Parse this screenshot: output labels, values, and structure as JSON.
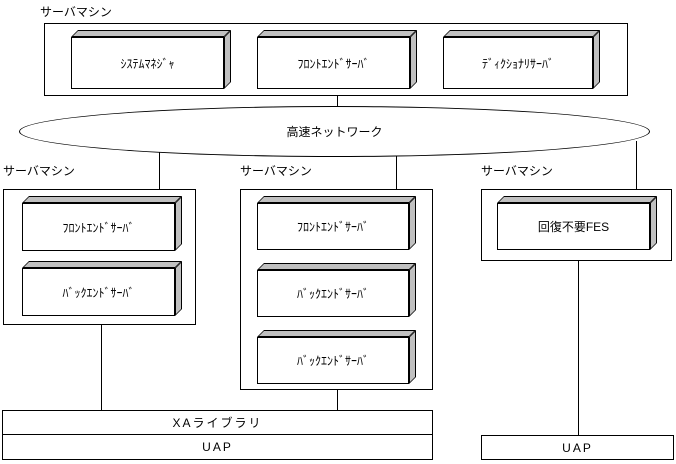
{
  "colors": {
    "line": "#000000",
    "box_face": "#ffffff",
    "box_shade": "#c0c0c0",
    "background": "#ffffff"
  },
  "network": {
    "label": "高速ネットワーク"
  },
  "machines": {
    "top": {
      "label": "サーバマシン",
      "servers": [
        "ｼｽﾃﾑﾏﾈｼﾞｬ",
        "ﾌﾛﾝﾄｴﾝﾄﾞｻｰﾊﾞ",
        "ﾃﾞｨｸｼｮﾅﾘｻｰﾊﾞ"
      ]
    },
    "left": {
      "label": "サーバマシン",
      "servers": [
        "ﾌﾛﾝﾄｴﾝﾄﾞｻｰﾊﾞ",
        "ﾊﾞｯｸｴﾝﾄﾞｻｰﾊﾞ"
      ]
    },
    "center": {
      "label": "サーバマシン",
      "servers": [
        "ﾌﾛﾝﾄｴﾝﾄﾞｻｰﾊﾞ",
        "ﾊﾞｯｸｴﾝﾄﾞｻｰﾊﾞ",
        "ﾊﾞｯｸｴﾝﾄﾞｻｰﾊﾞ"
      ]
    },
    "right": {
      "label": "サーバマシン",
      "servers": [
        "回復不要FES"
      ]
    }
  },
  "bottom": {
    "xa_library": "XAライブラリ",
    "uap_left": "UAP",
    "uap_right": "UAP"
  }
}
